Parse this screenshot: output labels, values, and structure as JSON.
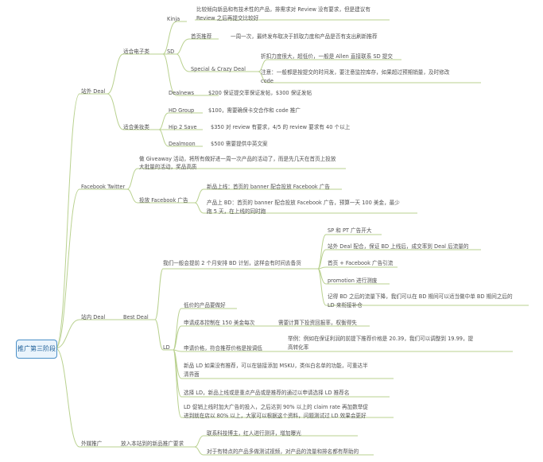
{
  "root": "推广第三阶段",
  "branches": {
    "overseas_deal": "站外 Deal",
    "electronics": "适合电子类",
    "beauty": "适合美妆类",
    "kinja": "Kinja",
    "kinja_desc_1": "比较倾向新品和有技术性的产品，排需求对 Review 没有要求，但是建议有",
    "kinja_desc_2": "Review 之后再提交比较好",
    "sd": "SD",
    "sd_first": "首页推荐",
    "sd_first_desc": "一周一次，最终发布取决于抓取力度和产品是否有支出刷新推荐",
    "special_crazy": "Special & Crazy Deal",
    "special_1": "折扣力度很大，超低价，一般是 Allen 直接联系 SD 提交",
    "special_2a": "注意：一般都是按提交的时间发，要注意监控库存，如果超过预期销量，及时修改",
    "special_2b": "code",
    "dealnews": "Dealnews",
    "dealnews_desc": "$200 保证提交率保证发帖，$300 保证发帖",
    "hd_group": "HD Group",
    "hd_group_desc": "$100，需要确保卡交合作和 code 推广",
    "hip2save": "Hip 2 Save",
    "hip2save_desc": "$350 对 review 有要求，4/5 的 review 要求有 40 个以上",
    "dealmoon": "Dealmoon",
    "dealmoon_desc": "$500 需要提供中英文案",
    "facebook": "Facebook Twitter",
    "fb_giveaway_1": "做 Giveaway 活动，将所有做好进一周一次产品的活动了，而是先几天在首页上投放",
    "fb_giveaway_2": "大批量的活动，奖品高质",
    "fb_ads": "投放 Facebook 广告",
    "fb_ads_1": "新品上线：首页的 banner 配合投放 Facebook 广告",
    "fb_ads_2a": "产品上 BD：首页的 banner 配合投放 Facebook 广告，预算一天 100 美金，最少",
    "fb_ads_2b": "跑 5 天，在上线的同时跑",
    "onsite_deal": "站内 Deal",
    "best_deal": "Best Deal",
    "bd_plan": "我们一般会提前 2 个月安排 BD 计划，这样会有时间去备货",
    "bd_sp": "SP 和 PT 广告开大",
    "bd_offsite": "站外 Deal 配合，保证 BD 上线后，成交率到 Deal 后流量的",
    "bd_fb": "首页 + Facebook 广告引流",
    "bd_promo": "promotion 进行测废",
    "bd_note_1": "记得 BD 之后的流量下降，我们可以在 BD 期间可以适当做中单 BD 期间之后的",
    "bd_note_2": "LD 来衔接补仓",
    "ld": "LD",
    "ld_1": "低价的产品要做好",
    "ld_2": "申请成本控制在 150 美金每次",
    "ld_2_desc": "需要计算下投资回报率，权衡得失",
    "ld_3": "申请价格，符合推荐价格是按调低",
    "ld_3_desc_1": "举例：例如在保证利润的前提下推荐价格是 20.39，我们可以调整到 19.99，提",
    "ld_3_desc_2": "高转化率",
    "ld_4a": "新品 LD 如果没有推荐，可以在链接添加 MSKU，类似白名单的功能，可重达半",
    "ld_4b": "清界面",
    "ld_5": "选择 LD，新品上线或是重点产品或是推荐的通过以申请选择 LD 推荐名",
    "ld_6a": "LD 促销上线时加大广告的投入，之后达到 90% 以上的 claim rate 再加数举促",
    "ld_6b": "进到就在店以 80% 以上，大家可以根据这个资料，问题测试过 LD 效果会更好",
    "external": "外媒推广",
    "external_sub": "放入本站到的新品推广要求",
    "ext_1": "联系科技博主，红人进行测评，增加曝光",
    "ext_2": "对于有特点的产品多做测试视频，对产品的流量和排名都有帮助的"
  },
  "colors": {
    "line": "#b9d18f",
    "root_border": "#4a90c8",
    "root_bg": "#eaf4fc",
    "root_text": "#1e5f98",
    "text": "#505050"
  }
}
